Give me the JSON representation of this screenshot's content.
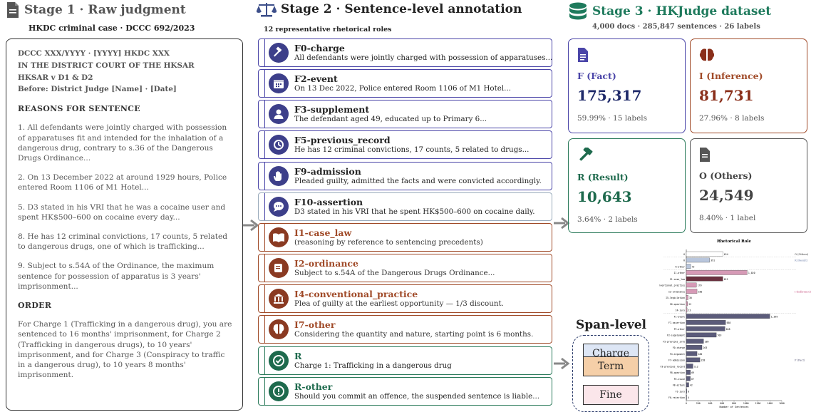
{
  "stage1": {
    "title": "Stage 1 · Raw judgment",
    "subtitle": "HKDC criminal case · DCCC 692/2023",
    "header_lines": [
      "DCCC XXX/YYYY · [YYYY] HKDC XXX",
      "IN THE DISTRICT COURT OF THE HKSAR",
      "HKSAR v D1 & D2",
      "Before: District Judge [Name] · [Date]"
    ],
    "section1": "REASONS FOR SENTENCE",
    "paragraphs": [
      "1. All defendants were jointly charged with possession of apparatuses fit and intended for the inhalation of a dangerous drug, contrary to s.36 of the Dangerous Drugs Ordinance...",
      "2. On 13 December 2022 at around 1929 hours, Police entered Room 1106 of M1 Hotel...",
      "5. D3 stated in his VRI that he was a cocaine user and spent HK$500–600 on cocaine every day...",
      "8. He has 12 criminal convictions, 17 counts, 5 related to dangerous drugs, one of which is trafficking...",
      "9. Subject to s.54A of the Ordinance, the maximum sentence for possession of apparatus is 3 years' imprisonment..."
    ],
    "section2": "ORDER",
    "order": "For Charge 1 (Trafficking in a dangerous drug), you are sentenced to 16 months' imprisonment, for Charge 2 (Trafficking in dangerous drugs), to 10 years' imprisonment, and for Charge 3 (Conspiracy to traffic in a dangerous drug), to 10 years 8 months' imprisonment."
  },
  "stage2": {
    "title": "Stage 2 · Sentence-level annotation",
    "subtitle": "12 representative rhetorical roles",
    "rows": [
      {
        "label": "F0-charge",
        "desc": "All defendants were jointly charged with possession of apparatuses...",
        "group": "f",
        "icon": "gavel-icon"
      },
      {
        "label": "F2-event",
        "desc": "On 13 Dec 2022, Police entered Room 1106 of M1 Hotel...",
        "group": "f",
        "icon": "calendar-icon"
      },
      {
        "label": "F3-supplement",
        "desc": "The defendant aged 49, educated up to Primary 6...",
        "group": "f",
        "icon": "person-icon"
      },
      {
        "label": "F5-previous_record",
        "desc": "He has 12 criminal convictions, 17 counts, 5 related to drugs...",
        "group": "f",
        "icon": "history-icon"
      },
      {
        "label": "F9-admission",
        "desc": "Pleaded guilty, admitted the facts and were convicted accordingly.",
        "group": "f",
        "icon": "hand-icon"
      },
      {
        "label": "F10-assertion",
        "desc": "D3 stated in his VRI that he spent HK$500–600 on cocaine daily.",
        "group": "f",
        "icon": "speech-icon"
      },
      {
        "label": "I1-case_law",
        "desc": "(reasoning by reference to sentencing precedents)",
        "group": "i",
        "icon": "book-icon"
      },
      {
        "label": "I2-ordinance",
        "desc": "Subject to s.54A of the Dangerous Drugs Ordinance...",
        "group": "i",
        "icon": "scroll-icon"
      },
      {
        "label": "I4-conventional_practice",
        "desc": "Plea of guilty at the earliest opportunity — 1/3 discount.",
        "group": "i",
        "icon": "courthouse-icon"
      },
      {
        "label": "I7-other",
        "desc": "Considering the quantity and nature, starting point is 6 months.",
        "group": "i",
        "icon": "brain-icon"
      },
      {
        "label": "R",
        "desc": "Charge 1: Trafficking in a dangerous drug",
        "group": "r",
        "icon": "check-icon"
      },
      {
        "label": "R-other",
        "desc": "Should you commit an offence, the suspended sentence is liable...",
        "group": "r",
        "icon": "exclamation-icon"
      }
    ]
  },
  "stage3": {
    "title": "Stage 3 · HKJudge dataset",
    "subtitle": "4,000 docs · 285,847 sentences · 26 labels",
    "cards": {
      "f": {
        "label": "F (Fact)",
        "value": "175,317",
        "stat": "59.99% · 15 labels"
      },
      "i": {
        "label": "I (Inference)",
        "value": "81,731",
        "stat": "27.96% · 8 labels"
      },
      "r": {
        "label": "R (Result)",
        "value": "10,643",
        "stat": "3.64% · 2 labels"
      },
      "o": {
        "label": "O (Others)",
        "value": "24,549",
        "stat": "8.40% · 1 label"
      }
    }
  },
  "span": {
    "title": "Span-level",
    "chips": [
      "Charge",
      "Term",
      "Fine"
    ]
  },
  "chart_data": {
    "type": "bar",
    "orientation": "horizontal",
    "title": "Rhetorical Role",
    "xlabel": "Number of Sentences",
    "xlim": [
      0,
      1600
    ],
    "xticks": [
      0,
      200,
      400,
      600,
      800,
      1000,
      1200,
      1400,
      1600
    ],
    "categories": [
      "O",
      "R",
      "R-other",
      "I1-other",
      "I1-case_law",
      "I3-conventional_practice",
      "I2-ordinance",
      "I5-legislation",
      "I6-question",
      "I4-jury",
      "F1-event",
      "F7-assertion",
      "F9-other",
      "F2-supplement",
      "F5-previous_info",
      "F0-charge",
      "F4-argument",
      "F7-admission",
      "F3-previous_record",
      "F8-question",
      "F6-issue",
      "F8-actual",
      "F1-jury",
      "F0-rejection"
    ],
    "values": [
      614,
      391,
      73,
      1020,
      612,
      170,
      180,
      30,
      22,
      13,
      1399,
      658,
      648,
      503,
      289,
      263,
      180,
      228,
      112,
      69,
      67,
      42,
      8,
      4
    ],
    "groups": [
      "O",
      "R",
      "R",
      "I",
      "I",
      "I",
      "I",
      "I",
      "I",
      "I",
      "F",
      "F",
      "F",
      "F",
      "F",
      "F",
      "F",
      "F",
      "F",
      "F",
      "F",
      "F",
      "F",
      "F"
    ],
    "group_labels": [
      "O (Others)",
      "R (Result)",
      "I (Inference)",
      "F (Fact)"
    ],
    "colors": {
      "O": "#ffffff",
      "R": "#b9c6dc",
      "I": "#d69ab6",
      "I_dark": "#6a3240",
      "F": "#5b5b7a"
    }
  }
}
